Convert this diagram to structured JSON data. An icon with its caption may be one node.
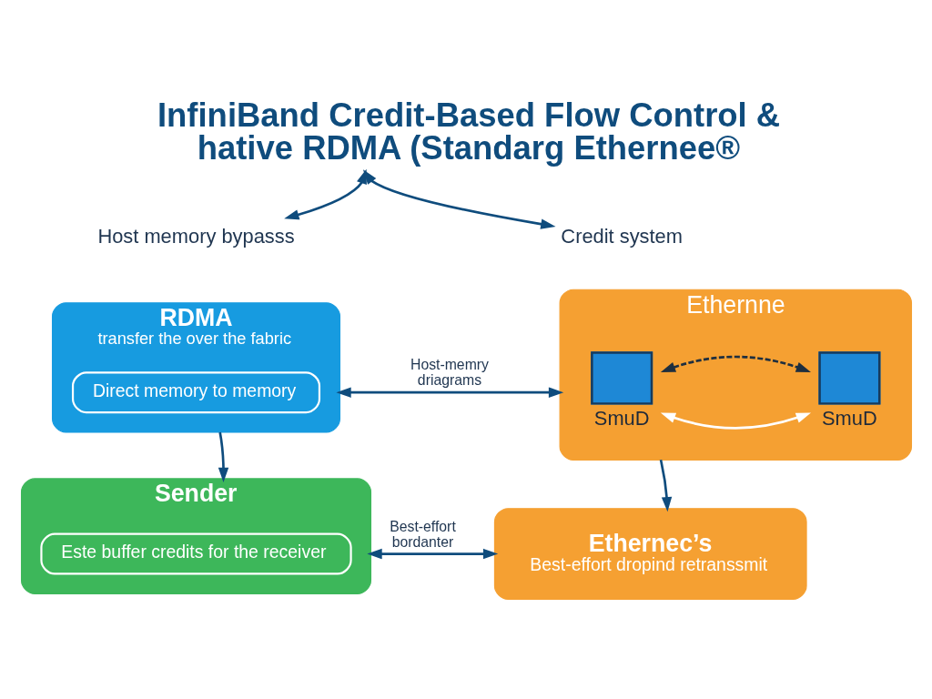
{
  "diagram": {
    "title": "InfiniBand Credit-Based Flow Control & hative RDMA (Standarg Ethernee®",
    "nodes": [
      {
        "text": [
          "Host memory bypasss"
        ]
      },
      {
        "text": [
          "Credit system"
        ]
      },
      {
        "text": [
          "RDMA",
          "transfer the over the fabric"
        ]
      },
      {
        "text": [
          "Direct memory to memory"
        ],
        "in": 2
      },
      {
        "text": [
          "Ethernne"
        ]
      },
      {
        "text": [
          "SmuD"
        ],
        "in": 4
      },
      {
        "text": [
          "SmuD"
        ],
        "in": 4
      },
      {
        "text": [
          "Sender"
        ]
      },
      {
        "text": [
          "Este buffer credits for the receiver"
        ],
        "in": 7
      },
      {
        "text": [
          "Ethernec’s",
          "Best-effort dropind retranssmit"
        ]
      }
    ],
    "edges": [
      {
        "from": null,
        "to": 0,
        "arrow": "both"
      },
      {
        "from": null,
        "to": 1,
        "arrow": "both"
      },
      {
        "from": 2,
        "to": 4,
        "arrow": "both",
        "label": "Host-memry driagrams"
      },
      {
        "from": 5,
        "to": 6,
        "arrow": "both",
        "color": "#ffffff"
      },
      {
        "from": 5,
        "to": 6,
        "arrow": "both",
        "style": "dashed",
        "color": "#1f2f3f"
      },
      {
        "from": 2,
        "to": 7,
        "arrow": "to"
      },
      {
        "from": 4,
        "to": 9,
        "arrow": "to"
      },
      {
        "from": 7,
        "to": 9,
        "arrow": "both",
        "label": "Best-effort bordanter"
      }
    ]
  }
}
